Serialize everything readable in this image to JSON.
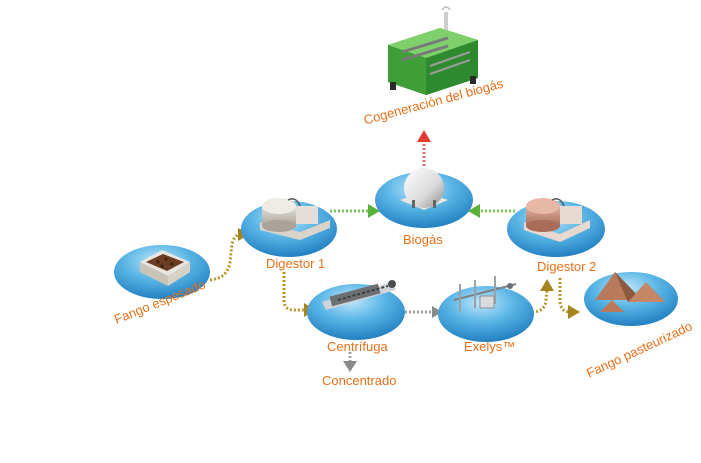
{
  "nodes": {
    "cogeneracion": {
      "label": "Cogeneración del biogás",
      "icon": "cogeneration-engine-icon"
    },
    "biogas": {
      "label": "Biogás",
      "icon": "gas-sphere-icon"
    },
    "digestor1": {
      "label": "Digestor 1",
      "icon": "digester-tank-icon"
    },
    "digestor2": {
      "label": "Digestor 2",
      "icon": "digester-tank-icon"
    },
    "fango_espesado": {
      "label": "Fango espesado",
      "icon": "sludge-container-icon"
    },
    "centrifuga": {
      "label": "Centrífuga",
      "icon": "centrifuge-icon"
    },
    "exelys": {
      "label": "Exelys™",
      "icon": "thermal-hydrolysis-icon"
    },
    "fango_pasteurizado": {
      "label": "Fango pasteurizado",
      "icon": "sludge-piles-icon"
    },
    "concentrado": {
      "label": "Concentrado"
    }
  },
  "colors": {
    "label": "#e8701a",
    "disc": "#2f9ad8",
    "disc_light": "#8fd1f3",
    "arrow_gold": "#a8841f",
    "arrow_green": "#5bb03a",
    "arrow_red": "#e23b2e",
    "arrow_gray": "#8a8a8a"
  }
}
